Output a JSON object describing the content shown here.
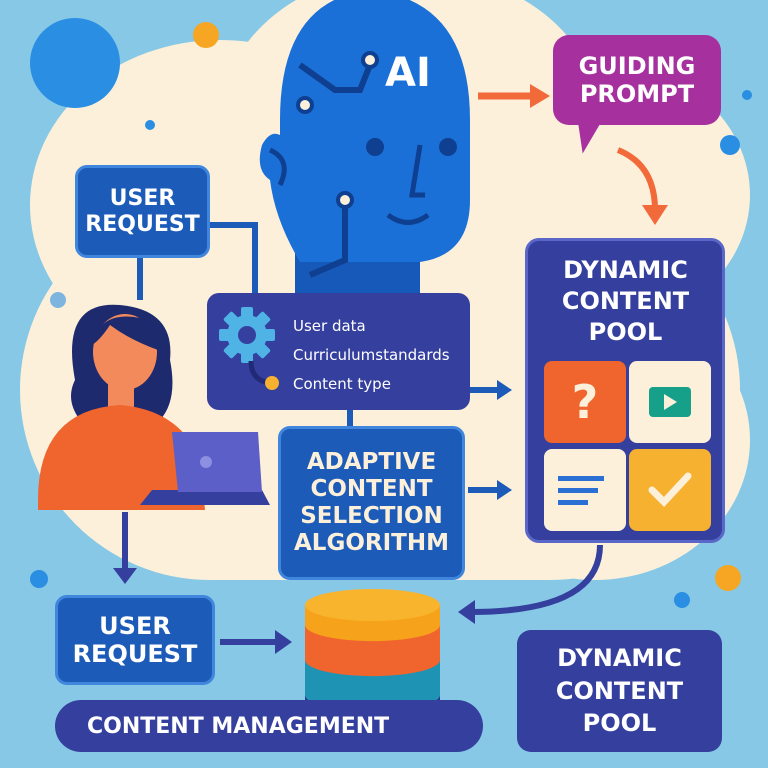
{
  "ai_label": "AI",
  "guiding_prompt": "GUIDING PROMPT",
  "user_request_top": "USER REQUEST",
  "info_box": {
    "items": [
      "User data",
      "Curriculumstandards",
      "Content type"
    ]
  },
  "adaptive_algorithm": "ADAPTIVE CONTENT SELECTION ALGORITHM",
  "dynamic_pool_panel": {
    "title": "DYNAMIC CONTENT POOL",
    "tiles": [
      "?"
    ]
  },
  "user_request_bottom": "USER REQUEST",
  "dynamic_pool_bottom": "DYNAMIC CONTENT POOL",
  "content_management": "CONTENT MANAGEMENT",
  "colors": {
    "background": "#86c8e6",
    "cloud": "#fcf0da",
    "blue": "#1c5cb8",
    "navy": "#343f9e",
    "purple": "#a5309e",
    "orange": "#f26a3a",
    "yellow": "#f6b131"
  }
}
